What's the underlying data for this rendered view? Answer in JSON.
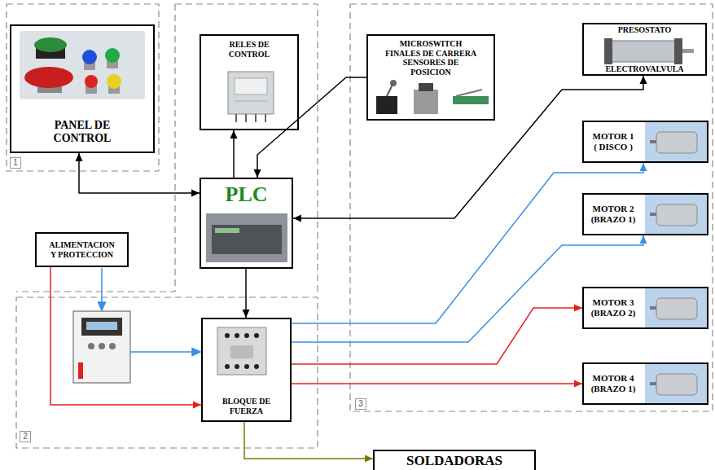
{
  "diagram": {
    "nodes": [
      {
        "text": [
          "PANEL DE CONTROL"
        ]
      },
      {
        "text": [
          "RELES DE CONTROL"
        ]
      },
      {
        "text": [
          "MICROSWITCH FINALES DE CARRERA SENSORES DE POSICION"
        ]
      },
      {
        "text": [
          "PRESOSTATO",
          "ELECTROVALVULA"
        ]
      },
      {
        "text": [
          "PLC"
        ]
      },
      {
        "text": [
          "ALIMENTACION Y PROTECCION"
        ]
      },
      {
        "text": [
          "BLOQUE DE FUERZA"
        ]
      },
      {
        "text": [
          "MOTOR 1 ( DISCO )"
        ]
      },
      {
        "text": [
          "MOTOR 2 (BRAZO 1)"
        ]
      },
      {
        "text": [
          "MOTOR 3 (BRAZO 2)"
        ]
      },
      {
        "text": [
          "MOTOR 4 (BRAZO 1)"
        ]
      },
      {
        "text": [
          "SOLDADORAS"
        ]
      }
    ],
    "edges": [
      {
        "from": 0,
        "to": 4,
        "arrow": "both"
      },
      {
        "from": 4,
        "to": 1,
        "arrow": "to"
      },
      {
        "from": 2,
        "to": 4,
        "arrow": "to"
      },
      {
        "from": 4,
        "to": 3,
        "arrow": "both"
      },
      {
        "from": 4,
        "to": 6,
        "arrow": "to"
      },
      {
        "from": 5,
        "to": 6,
        "arrow": "to"
      },
      {
        "from": 6,
        "to": 7,
        "arrow": "to"
      },
      {
        "from": 6,
        "to": 8,
        "arrow": "to"
      },
      {
        "from": 6,
        "to": 9,
        "arrow": "to"
      },
      {
        "from": 6,
        "to": 10,
        "arrow": "to"
      },
      {
        "from": 6,
        "to": 11,
        "arrow": "to"
      }
    ],
    "labels": [
      "1",
      "2",
      "3"
    ]
  }
}
